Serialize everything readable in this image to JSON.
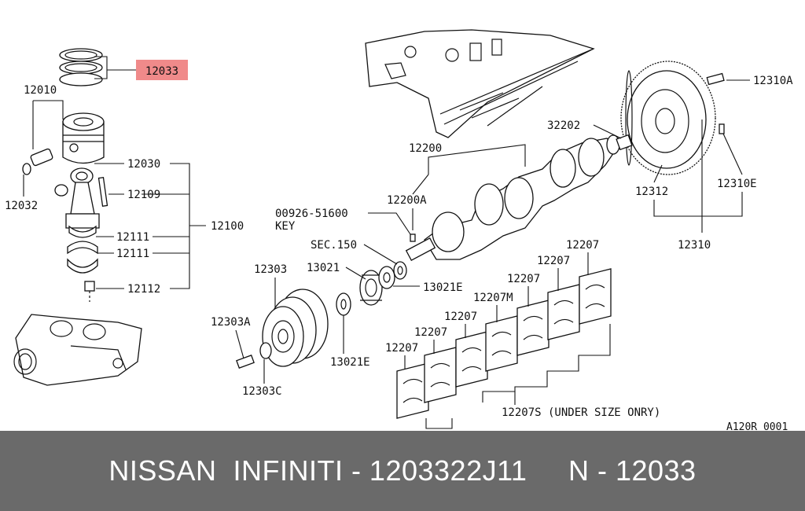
{
  "highlight": {
    "part_number": "12033",
    "color": "#f08a8a"
  },
  "labels": {
    "p12010": "12010",
    "p12032": "12032",
    "p12030": "12030",
    "p12109": "12109",
    "p12100": "12100",
    "p12111a": "12111",
    "p12111b": "12111",
    "p12112": "12112",
    "p12303": "12303",
    "p12303a": "12303A",
    "p12303c": "12303C",
    "p13021": "13021",
    "p13021e_a": "13021E",
    "p13021e_b": "13021E",
    "sec150": "SEC.150",
    "p00926": "00926-51600",
    "key": "KEY",
    "p12200": "12200",
    "p12200a": "12200A",
    "p32202": "32202",
    "p12310a": "12310A",
    "p12312": "12312",
    "p12310e": "12310E",
    "p12310": "12310",
    "b1": "12207",
    "b2": "12207",
    "b3": "12207",
    "b4": "12207M",
    "b5": "12207",
    "b6": "12207",
    "b7": "12207",
    "undersize": "12207S (UNDER SIZE ONRY)",
    "ref": "A120R 0001"
  },
  "footer": {
    "text": "NISSAN  INFINITI - 1203322J11     N - 12033",
    "bg_color": "#6a6a6a"
  }
}
